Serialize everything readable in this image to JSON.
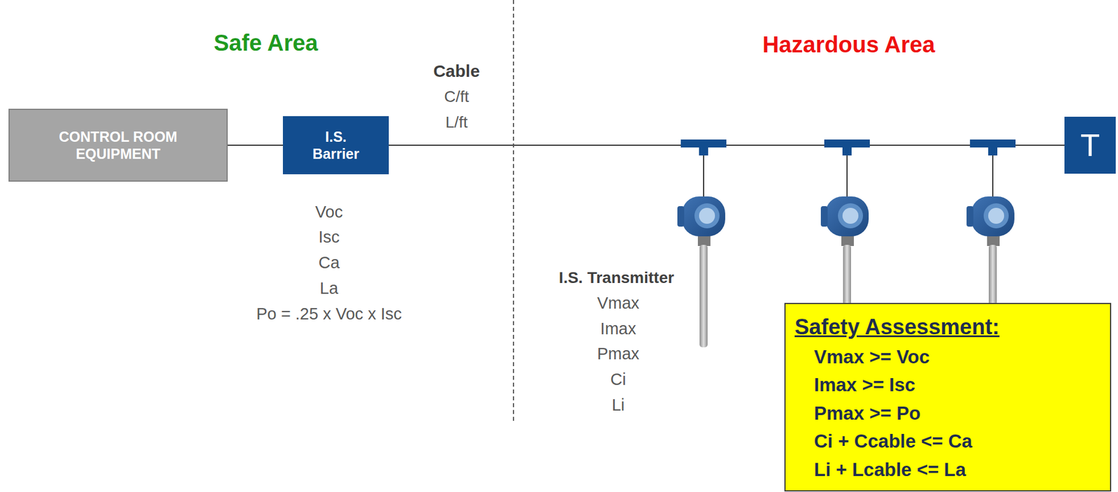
{
  "diagram": {
    "nodes": [
      {
        "text": [
          "CONTROL ROOM EQUIPMENT"
        ]
      },
      {
        "text": [
          "I.S. Barrier"
        ]
      },
      {
        "text": [
          "T"
        ]
      },
      {
        "text": [
          "Safety Assessment:",
          "Vmax >= Voc",
          "Imax >= Isc",
          "Pmax >= Po",
          "Ci + Ccable <= Ca",
          "Li + Lcable <= La"
        ]
      }
    ],
    "edges": [
      {
        "from": 0,
        "to": 1,
        "arrow": "none"
      },
      {
        "from": 1,
        "to": 2,
        "arrow": "none"
      }
    ],
    "labels": [
      "Safe Area",
      "Hazardous Area",
      "Cable",
      "C/ft",
      "L/ft",
      "Voc",
      "Isc",
      "Ca",
      "La",
      "Po = .25 x Voc x Isc",
      "I.S. Transmitter",
      "Vmax",
      "Imax",
      "Pmax",
      "Ci",
      "Li"
    ]
  }
}
